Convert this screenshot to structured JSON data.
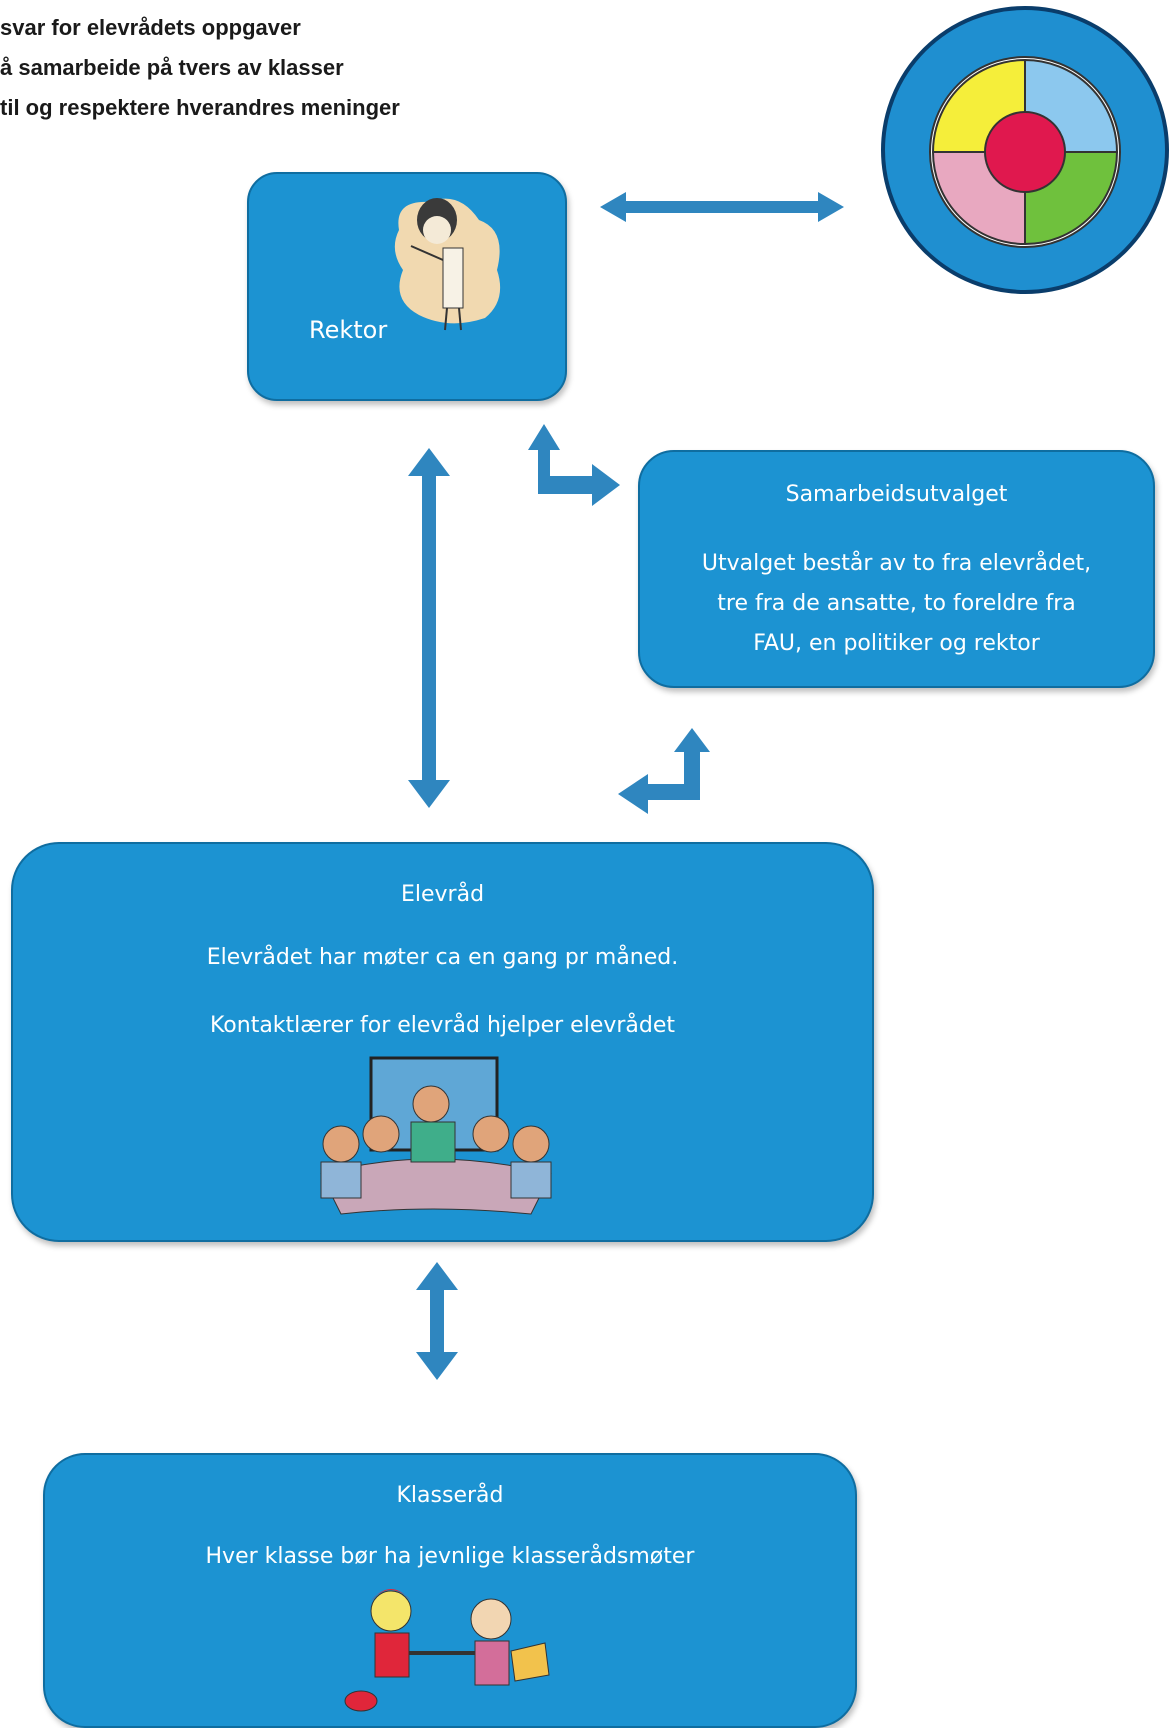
{
  "intro_bullets": [
    "svar for elevrådets oppgaver",
    "å samarbeide på tvers av klasser",
    "til og respektere hverandres meninger"
  ],
  "rektor": {
    "label": "Rektor"
  },
  "samarbeidsutvalget": {
    "title": "Samarbeidsutvalget",
    "lines": [
      "Utvalget består av to fra elevrådet,",
      "tre fra de ansatte, to foreldre fra",
      "FAU, en politiker og rektor"
    ]
  },
  "elevraad": {
    "title": "Elevråd",
    "line1": "Elevrådet har møter ca en gang pr måned.",
    "line2": "Kontaktlærer for elevråd hjelper elevrådet"
  },
  "klasseraad": {
    "title": "Klasseråd",
    "text": "Hver klasse bør ha jevnlige klasserådsmøter"
  },
  "colors": {
    "box": "#1c93d2",
    "box_border": "#0f6da0",
    "arrow": "#2f86bf"
  }
}
